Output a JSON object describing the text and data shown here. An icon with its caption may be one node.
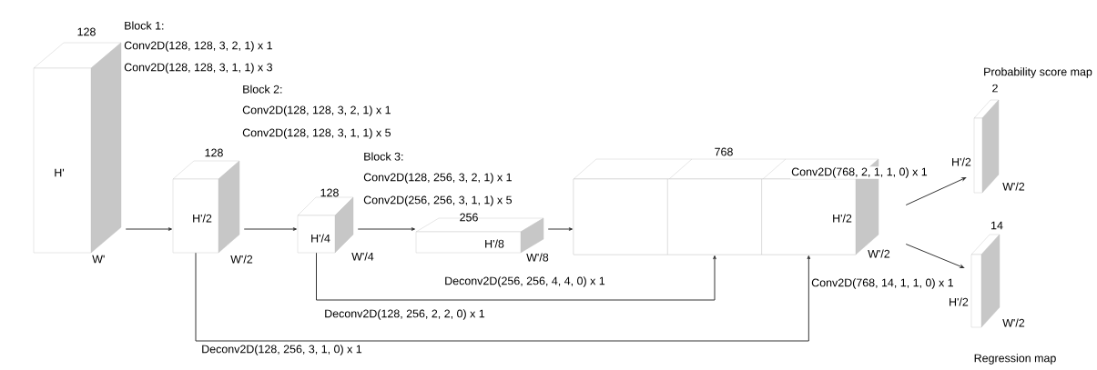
{
  "diagram": {
    "nodes": [
      {
        "text": [
          "H'"
        ],
        "beside": [
          "128",
          "W'"
        ]
      },
      {
        "text": [
          "H'/2"
        ],
        "beside": [
          "128",
          "W'/2"
        ]
      },
      {
        "text": [
          "H'/4"
        ],
        "beside": [
          "128",
          "W'/4"
        ]
      },
      {
        "text": [
          "H'/8"
        ],
        "beside": [
          "256",
          "W'/8"
        ]
      },
      {
        "text": [],
        "shape": "box",
        "beside": [
          "768",
          "W'/2"
        ]
      },
      {
        "text": [],
        "shape": "box",
        "in": 4
      },
      {
        "text": [],
        "shape": "box",
        "in": 4
      },
      {
        "text": [
          "H'/2"
        ],
        "in": 4
      },
      {
        "text": [
          "Probability score map"
        ],
        "beside": [
          "2",
          "H'/2",
          "W'/2"
        ]
      },
      {
        "text": [
          "Regression map"
        ],
        "beside": [
          "14",
          "H'/2",
          "W'/2"
        ]
      }
    ],
    "edges": [
      {
        "from": 0,
        "to": 1,
        "arrow": "to"
      },
      {
        "from": 1,
        "to": 2,
        "arrow": "to"
      },
      {
        "from": 2,
        "to": 3,
        "arrow": "to"
      },
      {
        "from": 3,
        "to": 5,
        "arrow": "to"
      },
      {
        "from": 2,
        "to": 6,
        "arrow": "to",
        "label": "Deconv2D(128, 256, 2, 2, 0) x 1"
      },
      {
        "from": 1,
        "to": 7,
        "arrow": "to",
        "label": "Deconv2D(128, 256, 3, 1, 0) x 1"
      },
      {
        "from": 4,
        "to": 8,
        "arrow": "to",
        "label": "Conv2D(768, 2, 1, 1, 0) x 1"
      },
      {
        "from": 4,
        "to": 9,
        "arrow": "to",
        "label": "Conv2D(768, 14, 1, 1, 0) x 1"
      }
    ],
    "labels": [
      "Block 1:",
      "Conv2D(128, 128, 3, 2, 1) x 1",
      "Conv2D(128, 128, 3, 1, 1) x 3",
      "Block 2:",
      "Conv2D(128, 128, 3, 2, 1) x 1",
      "Conv2D(128, 128, 3, 1, 1) x 5",
      "Block 3:",
      "Conv2D(128, 256, 3, 2, 1) x 1",
      "Conv2D(256, 256, 3, 1, 1) x 5",
      "Deconv2D(256, 256, 4, 4, 0) x 1"
    ]
  }
}
